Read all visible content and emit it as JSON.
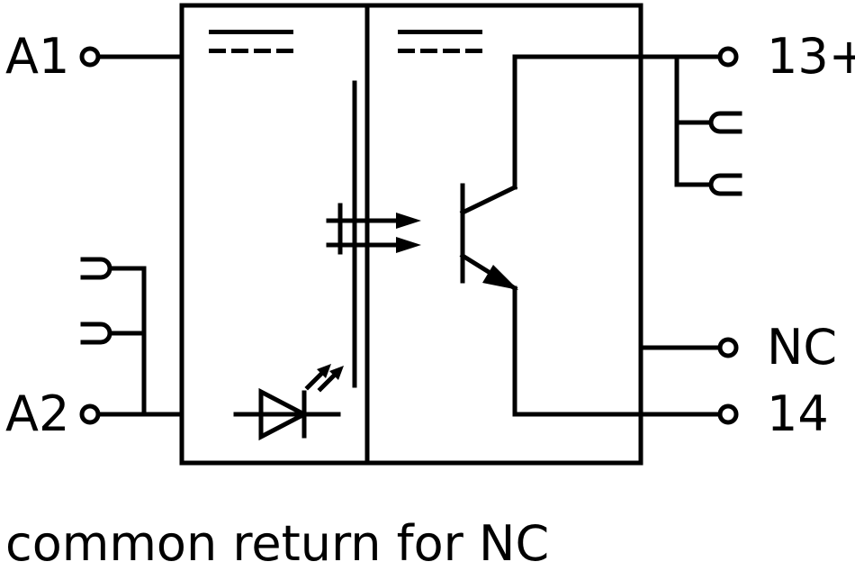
{
  "terminals": {
    "a1": "A1",
    "a2": "A2",
    "t13": "13+",
    "nc": "NC",
    "t14": "14"
  },
  "caption": "common return for NC",
  "colors": {
    "stroke": "#000000",
    "background": "#ffffff"
  },
  "icons": [
    "led-diode-icon",
    "phototransistor-icon",
    "optocoupler-barrier-icon",
    "dc-symbol-icon",
    "plug-connector-icon"
  ]
}
